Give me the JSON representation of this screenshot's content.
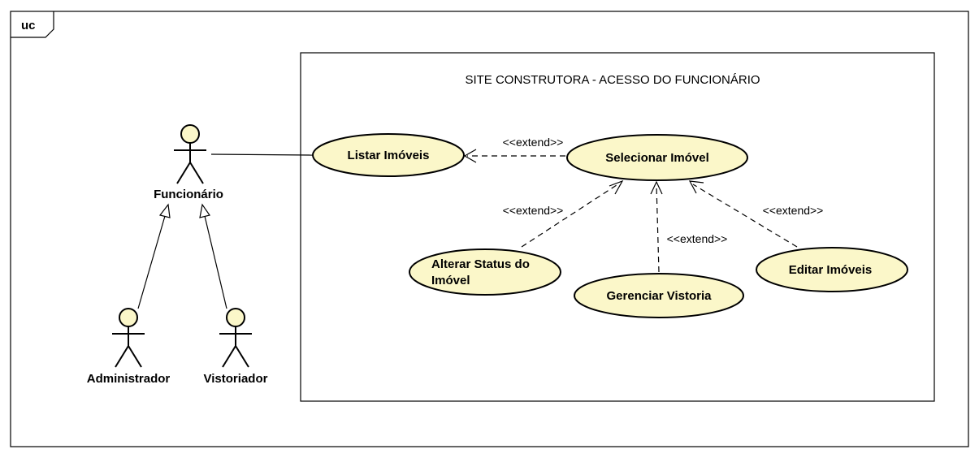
{
  "frame": {
    "label": "uc"
  },
  "system": {
    "title": "SITE CONSTRUTORA - ACESSO DO FUNCIONÁRIO"
  },
  "actors": {
    "funcionario": "Funcionário",
    "administrador": "Administrador",
    "vistoriador": "Vistoriador"
  },
  "use_cases": {
    "listar": "Listar Imóveis",
    "selecionar": "Selecionar Imóvel",
    "alterar_line1": "Alterar Status do",
    "alterar_line2": "Imóvel",
    "gerenciar": "Gerenciar Vistoria",
    "editar": "Editar Imóveis"
  },
  "relations": {
    "extend_listar": "<<extend>>",
    "extend_alterar": "<<extend>>",
    "extend_gerenciar": "<<extend>>",
    "extend_editar": "<<extend>>"
  },
  "colors": {
    "use_case_fill": "#fbf7c9",
    "actor_head_fill": "#fbf7c9",
    "stroke": "#000000"
  }
}
